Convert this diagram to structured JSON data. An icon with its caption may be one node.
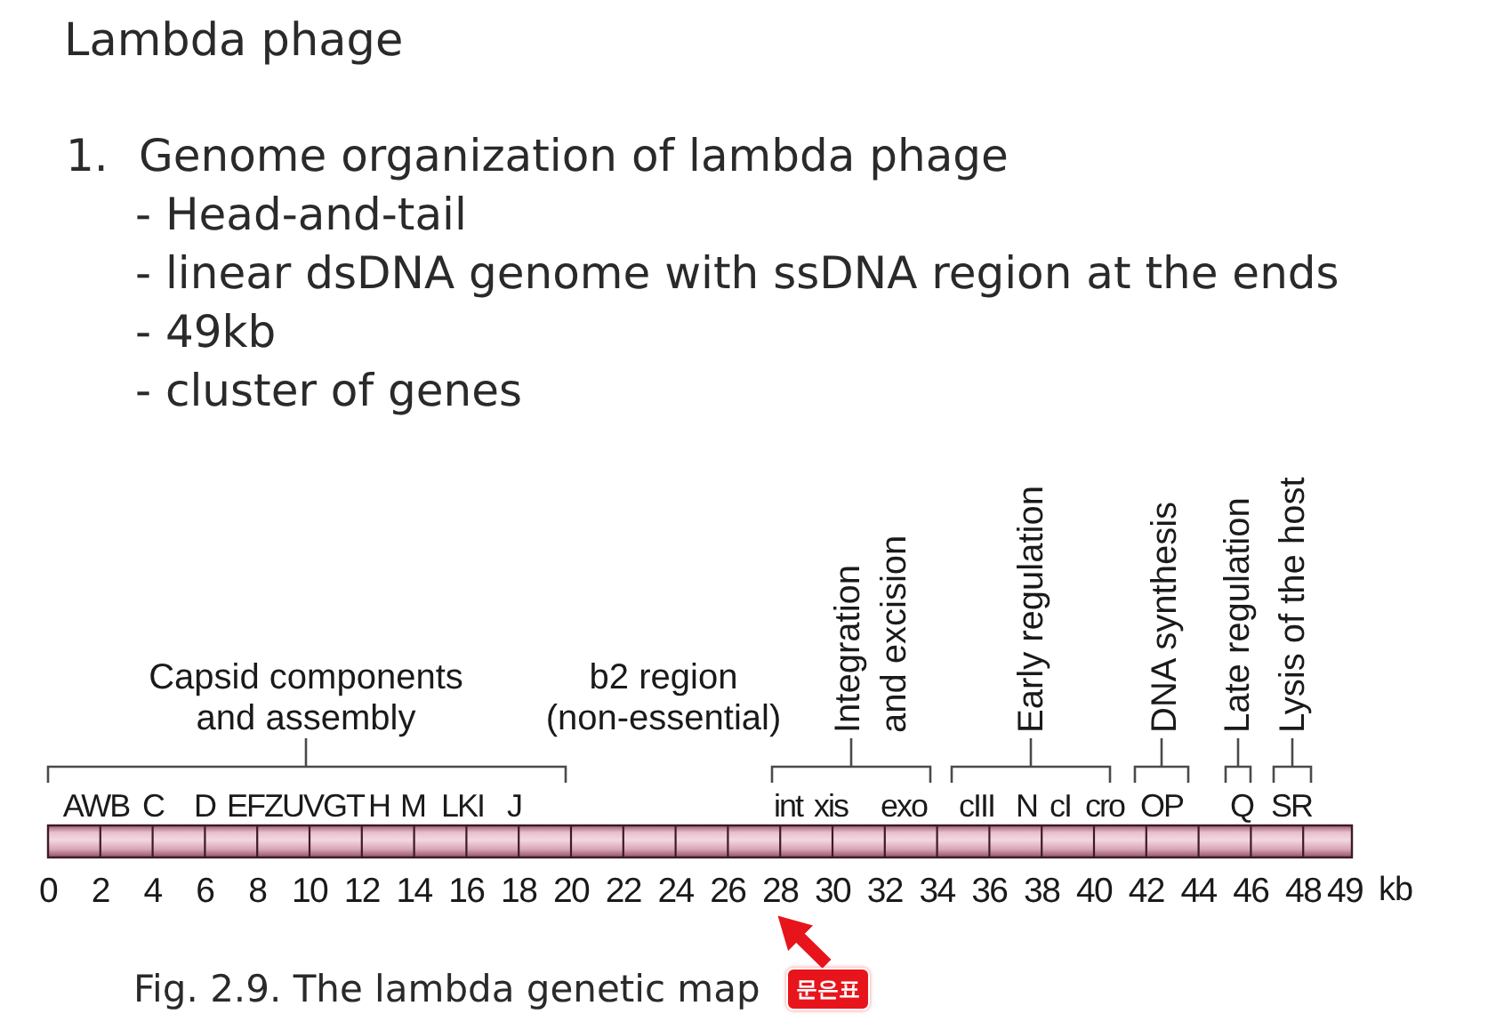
{
  "diagram": {
    "title": "Lambda phage",
    "caption": "Fig. 2.9. The lambda genetic map",
    "nodes": [
      {
        "text": [
          "28"
        ]
      },
      {
        "text": [
          "문은표"
        ]
      }
    ],
    "edges": [
      {
        "from": 1,
        "to": 0,
        "arrow": "to",
        "color": "#e8141c"
      }
    ],
    "labels": [
      "1.",
      "Genome organization of lambda phage",
      "- Head-and-tail",
      "- linear dsDNA genome with ssDNA region at the ends",
      "- 49kb",
      "- cluster of genes",
      "Capsid components and assembly",
      "b2 region (non-essential)",
      "Integration and excision",
      "Early regulation",
      "DNA synthesis",
      "Late regulation",
      "Lysis of the host",
      "AWB",
      "C",
      "D",
      "EFZUVGT",
      "H",
      "M",
      "LKI",
      "J",
      "int",
      "xis",
      "exo",
      "cIII",
      "N",
      "cI",
      "cro",
      "OP",
      "Q",
      "SR",
      "0",
      "2",
      "4",
      "6",
      "8",
      "10",
      "12",
      "14",
      "16",
      "18",
      "20",
      "22",
      "24",
      "26",
      "30",
      "32",
      "34",
      "36",
      "38",
      "40",
      "42",
      "44",
      "46",
      "48",
      "49",
      "kb"
    ]
  }
}
